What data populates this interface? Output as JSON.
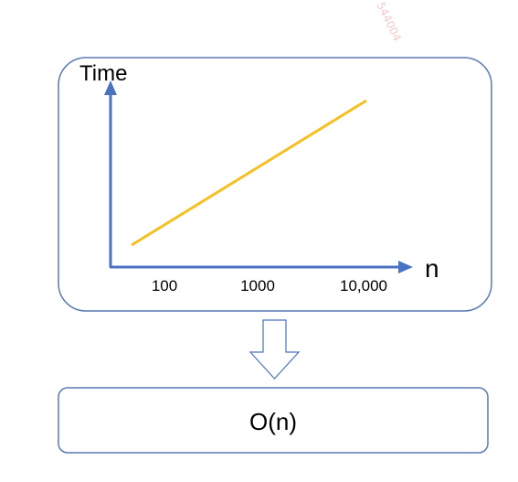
{
  "watermark": "544004",
  "chart_panel": {
    "y_axis_label": "Time",
    "x_axis_label": "n",
    "x_ticks": [
      "100",
      "1000",
      "10,000"
    ],
    "line_color": "#f5c022",
    "axis_color": "#4a72c2",
    "border_color": "#5a7ab0"
  },
  "result_box": {
    "label": "O(n)"
  },
  "chart_data": {
    "type": "line",
    "xlabel": "n",
    "ylabel": "Time",
    "categories": [
      "100",
      "1000",
      "10,000"
    ],
    "series": [
      {
        "values": [
          1,
          2,
          3
        ]
      }
    ],
    "grid": false
  }
}
